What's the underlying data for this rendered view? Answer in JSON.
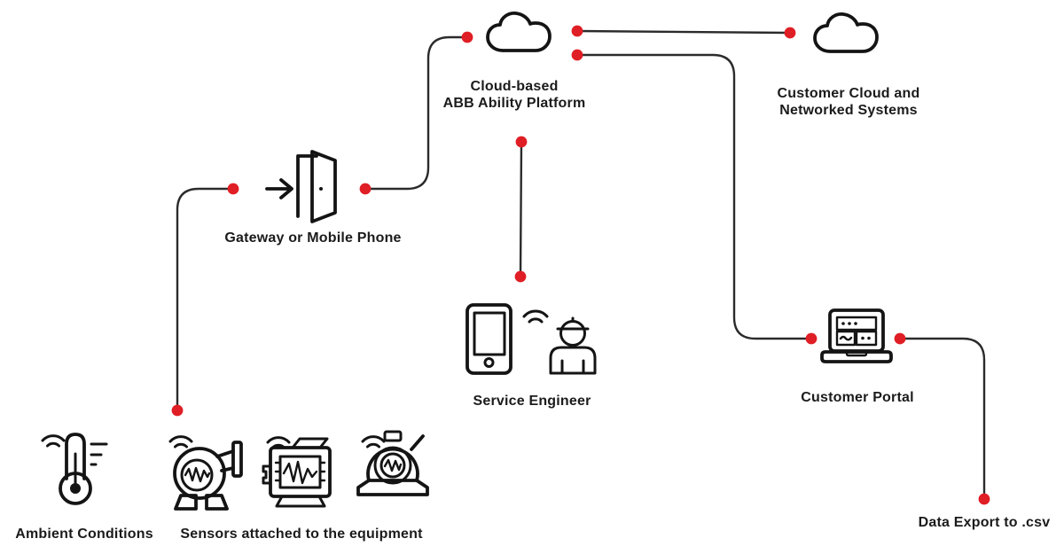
{
  "colors": {
    "accent_red": "#e01e25",
    "line": "#2b2b2b",
    "icon": "#141414",
    "text": "#1b1b1b",
    "background": "#ffffff"
  },
  "nodes": {
    "abb_cloud": {
      "label": "Cloud-based\nABB Ability Platform",
      "icon": "cloud-icon"
    },
    "customer_cloud": {
      "label": "Customer Cloud and\nNetworked Systems",
      "icon": "cloud-icon"
    },
    "gateway": {
      "label": "Gateway or Mobile Phone",
      "icon": "door-arrow-icon"
    },
    "service_engineer": {
      "label": "Service Engineer",
      "icon": "tablet-engineer-icon"
    },
    "customer_portal": {
      "label": "Customer Portal",
      "icon": "laptop-icon"
    },
    "ambient": {
      "label": "Ambient Conditions",
      "icon": "thermometer-wifi-icon"
    },
    "sensors": {
      "label": "Sensors attached to the equipment",
      "icon": "pump-motor-valve-sensor-icons"
    },
    "data_export": {
      "label": "Data Export to .csv",
      "icon": "none"
    }
  },
  "connections": [
    {
      "from": "sensors",
      "to": "gateway"
    },
    {
      "from": "gateway",
      "to": "abb_cloud"
    },
    {
      "from": "abb_cloud",
      "to": "customer_cloud"
    },
    {
      "from": "abb_cloud",
      "to": "customer_portal"
    },
    {
      "from": "abb_cloud",
      "to": "service_engineer"
    },
    {
      "from": "customer_portal",
      "to": "data_export"
    }
  ]
}
